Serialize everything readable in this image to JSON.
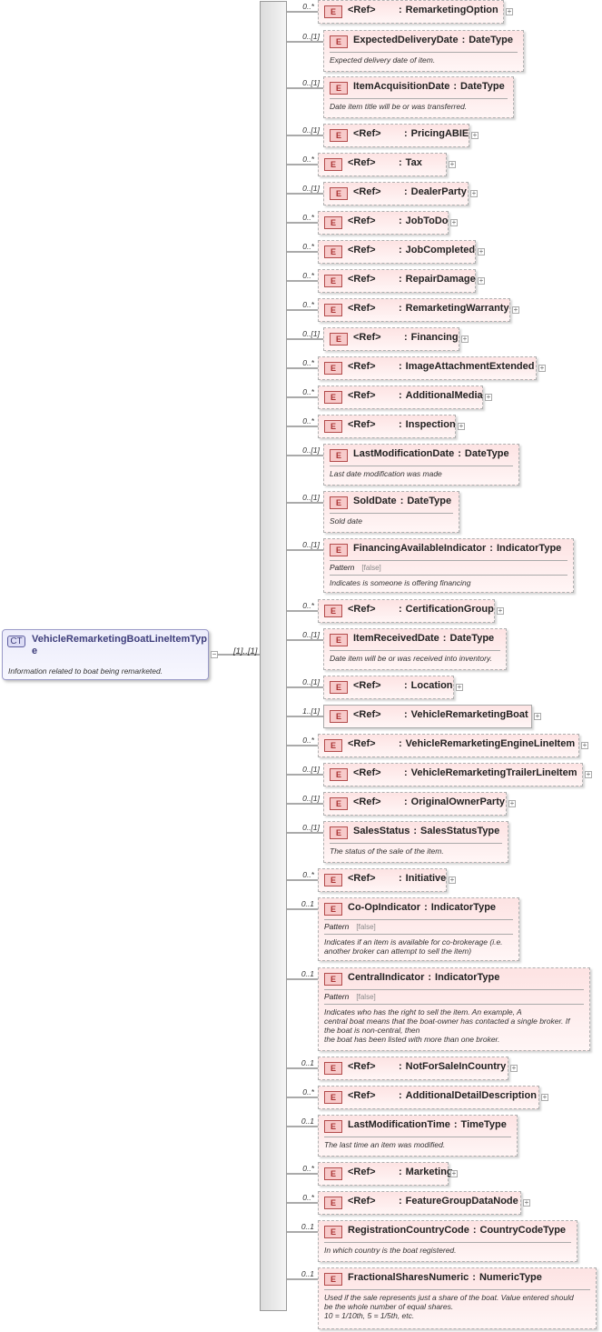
{
  "root": {
    "badge": "CT",
    "name": "VehicleRemarketingBoatLineItemType",
    "doc": "Information related to boat being remarketed.",
    "cardinality": "[1]..[1]",
    "expand_glyph": "−"
  },
  "labels": {
    "ref": "<Ref>",
    "pattern": "Pattern",
    "badge": "E",
    "expand": "+"
  },
  "elements": [
    {
      "card": "0..*",
      "ref": true,
      "name": "RemarketingOption",
      "type": ""
    },
    {
      "card": "0..[1]",
      "ref": false,
      "name": "ExpectedDeliveryDate",
      "type": "DateType",
      "doc": [
        "Expected delivery date of item."
      ]
    },
    {
      "card": "0..[1]",
      "ref": false,
      "name": "ItemAcquisitionDate",
      "type": "DateType",
      "doc": [
        "Date item title will be or was transferred."
      ]
    },
    {
      "card": "0..[1]",
      "ref": true,
      "name": "PricingABIE",
      "type": ""
    },
    {
      "card": "0..*",
      "ref": true,
      "name": "Tax",
      "type": ""
    },
    {
      "card": "0..[1]",
      "ref": true,
      "name": "DealerParty",
      "type": ""
    },
    {
      "card": "0..*",
      "ref": true,
      "name": "JobToDo",
      "type": ""
    },
    {
      "card": "0..*",
      "ref": true,
      "name": "JobCompleted",
      "type": ""
    },
    {
      "card": "0..*",
      "ref": true,
      "name": "RepairDamage",
      "type": ""
    },
    {
      "card": "0..*",
      "ref": true,
      "name": "RemarketingWarranty",
      "type": ""
    },
    {
      "card": "0..[1]",
      "ref": true,
      "name": "Financing",
      "type": ""
    },
    {
      "card": "0..*",
      "ref": true,
      "name": "ImageAttachmentExtended",
      "type": ""
    },
    {
      "card": "0..*",
      "ref": true,
      "name": "AdditionalMedia",
      "type": ""
    },
    {
      "card": "0..*",
      "ref": true,
      "name": "Inspection",
      "type": ""
    },
    {
      "card": "0..[1]",
      "ref": false,
      "name": "LastModificationDate",
      "type": "DateType",
      "doc": [
        "Last date modification was made"
      ]
    },
    {
      "card": "0..[1]",
      "ref": false,
      "name": "SoldDate",
      "type": "DateType",
      "doc": [
        "Sold date"
      ]
    },
    {
      "card": "0..[1]",
      "ref": false,
      "name": "FinancingAvailableIndicator",
      "type": "IndicatorType",
      "pattern": "[false]",
      "doc": [
        "Indicates is someone is offering financing"
      ]
    },
    {
      "card": "0..*",
      "ref": true,
      "name": "CertificationGroup",
      "type": ""
    },
    {
      "card": "0..[1]",
      "ref": false,
      "name": "ItemReceivedDate",
      "type": "DateType",
      "doc": [
        "Date item will be or was received into inventory."
      ]
    },
    {
      "card": "0..[1]",
      "ref": true,
      "name": "Location",
      "type": ""
    },
    {
      "card": "1..[1]",
      "ref": true,
      "name": "VehicleRemarketingBoat",
      "type": "",
      "solid": true
    },
    {
      "card": "0..*",
      "ref": true,
      "name": "VehicleRemarketingEngineLineItem",
      "type": ""
    },
    {
      "card": "0..[1]",
      "ref": true,
      "name": "VehicleRemarketingTrailerLineItem",
      "type": ""
    },
    {
      "card": "0..[1]",
      "ref": true,
      "name": "OriginalOwnerParty",
      "type": ""
    },
    {
      "card": "0..[1]",
      "ref": false,
      "name": "SalesStatus",
      "type": "SalesStatusType",
      "doc": [
        "The status of the sale of the item."
      ]
    },
    {
      "card": "0..*",
      "ref": true,
      "name": "Initiative",
      "type": ""
    },
    {
      "card": "0..1",
      "ref": false,
      "name": "Co-OpIndicator",
      "type": "IndicatorType",
      "pattern": "[false]",
      "doc": [
        "Indicates if an item is available for co-brokerage (i.e.",
        "another broker can attempt to sell the item)"
      ]
    },
    {
      "card": "0..1",
      "ref": false,
      "name": "CentralIndicator",
      "type": "IndicatorType",
      "pattern": "[false]",
      "doc": [
        "Indicates who has the right to sell the item. An example, A",
        "central boat means that the boat-owner has contacted a single broker. If",
        "the boat is non-central, then",
        "the boat has been listed with more than one broker."
      ]
    },
    {
      "card": "0..1",
      "ref": true,
      "name": "NotForSaleInCountry",
      "type": ""
    },
    {
      "card": "0..*",
      "ref": true,
      "name": "AdditionalDetailDescription",
      "type": ""
    },
    {
      "card": "0..1",
      "ref": false,
      "name": "LastModificationTime",
      "type": "TimeType",
      "doc": [
        "The last time an item was modified."
      ]
    },
    {
      "card": "0..*",
      "ref": true,
      "name": "Marketing",
      "type": ""
    },
    {
      "card": "0..*",
      "ref": true,
      "name": "FeatureGroupDataNode",
      "type": ""
    },
    {
      "card": "0..1",
      "ref": false,
      "name": "RegistrationCountryCode",
      "type": "CountryCodeType",
      "doc": [
        "In which country is the boat registered."
      ]
    },
    {
      "card": "0..1",
      "ref": false,
      "name": "FractionalSharesNumeric",
      "type": "NumericType",
      "doc": [
        "Used if the sale represents just a share of the boat.  Value entered should",
        "be the whole number of equal shares.",
        "10 = 1/10th, 5 = 1/5th, etc."
      ]
    }
  ]
}
